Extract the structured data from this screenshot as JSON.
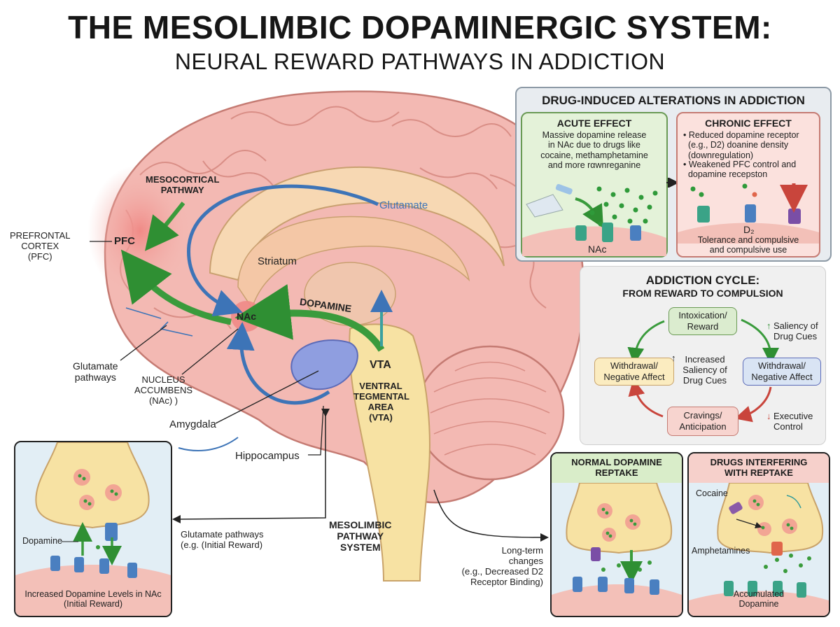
{
  "title": {
    "line1": "THE MESOLIMBIC DOPAMINERGIC SYSTEM:",
    "line2": "NEURAL REWARD PATHWAYS IN ADDICTION"
  },
  "brain": {
    "mesocortical": "MESOCORTICAL\nPATHWAY",
    "glutamate": "Glutamate",
    "pfc": "PFC",
    "pfc_label": "PREFRONTAL\nCORTEX\n(PFC)",
    "striatum": "Striatum",
    "nac": "NAc",
    "dopamine": "DOPAMINE",
    "vta": "VTA",
    "vta_label": "VENTRAL\nTEGMENTAL\nAREA\n(VTA)",
    "glutamate_pathways": "Glutamate\npathways",
    "nucleus_accumbens": "NUCLEUS\nACCUMBENS\n(NAc) )",
    "amygdala": "Amygdala",
    "hippocampus": "Hippocampus",
    "glutamate_pathways_bottom": "Glutamate pathways\n(e.g. (Initial Reward)",
    "mesolimbic_system": "MESOLIMBIC\nPATHWAY\nSYSTEM",
    "long_term": "Long-term\nchanges\n(e.g., Decreased D2\nReceptor Binding)"
  },
  "alterations": {
    "title": "DRUG-INDUCED ALTERATIONS IN ADDICTION",
    "acute_title": "ACUTE EFFECT",
    "acute_text": "Massive dopamine release\nin NAc due to drugs like\ncocaine, methamphetamine\nand more rαwnreganine",
    "acute_nac": "NAc",
    "chronic_title": "CHRONIC EFFECT",
    "chronic_b1": "• Reduced dopamine receptor\n  (e.g., D2) doanine density\n  (downregulation)",
    "chronic_b2": "• Weakened PFC control and\n  dopamine recepston",
    "chronic_d2": "D₂",
    "chronic_tol": "Tolerance and compulsive\nand compulsive use"
  },
  "cycle": {
    "title1": "ADDICTION CYCLE:",
    "title2": "FROM REWARD TO COMPULSION",
    "intox": "Intoxication/\nReward",
    "withdrawal_left": "Withdrawal/\nNegative Affect",
    "withdrawal_right": "Withdrawal/\nNegative Affect",
    "cravings": "Cravings/\nAnticipation",
    "center": "Increased\nSaliency of\nDrug Cues",
    "saliency_right": "Saliency of\nDrug Cues",
    "executive": "Executive\nControl",
    "up_arrow": "↑",
    "down_arrow": "↓"
  },
  "synapse_left": {
    "dopamine": "Dopamine",
    "caption": "Increased Dopamine Levels in NAc\n(Initial Reward)"
  },
  "normal_reuptake": {
    "title": "NORMAL DOPAMINE\nREPTAKE"
  },
  "drugs_reuptake": {
    "title": "DRUGS INTERFERING\nWITH REPTAKE",
    "cocaine": "Cocaine",
    "amphetamines": "Amphetamines",
    "accumulated": "Accumulated\nDopamine"
  },
  "colors": {
    "brain_pink": "#f3b9b3",
    "dopamine_green": "#3a9b3c",
    "glutamate_blue": "#3d74b7",
    "vta_yellow": "#f7e2a3"
  }
}
